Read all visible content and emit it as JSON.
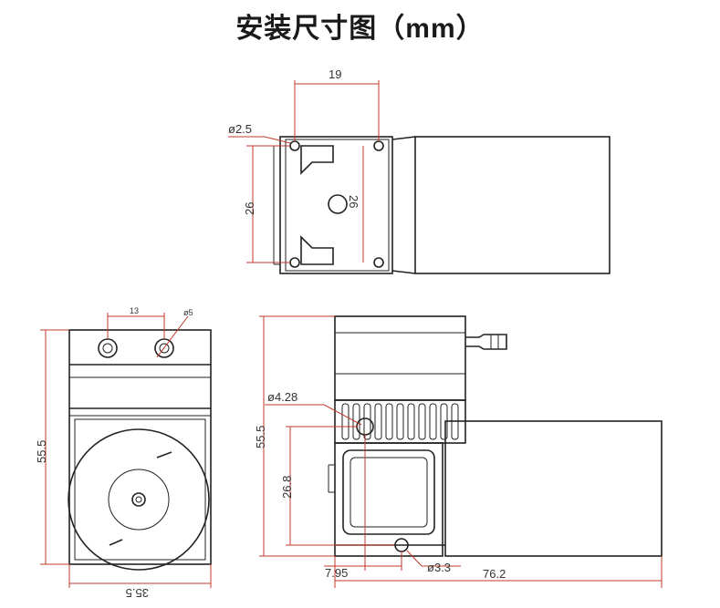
{
  "title": "安装尺寸图（mm）",
  "top_view": {
    "width_label": "19",
    "hole_label": "ø2.5",
    "left_height_label": "26",
    "inner_height_label": "26"
  },
  "front_view": {
    "port_spacing_label": "13",
    "port_label": "ø5",
    "height_label": "55.5",
    "width_label": "35.5"
  },
  "side_view": {
    "height_label": "55.5",
    "fitting_label": "ø4.28",
    "mount_height_label": "26.8",
    "offset_label": "7.95",
    "hole_label": "ø3.3",
    "length_label": "76.2"
  }
}
